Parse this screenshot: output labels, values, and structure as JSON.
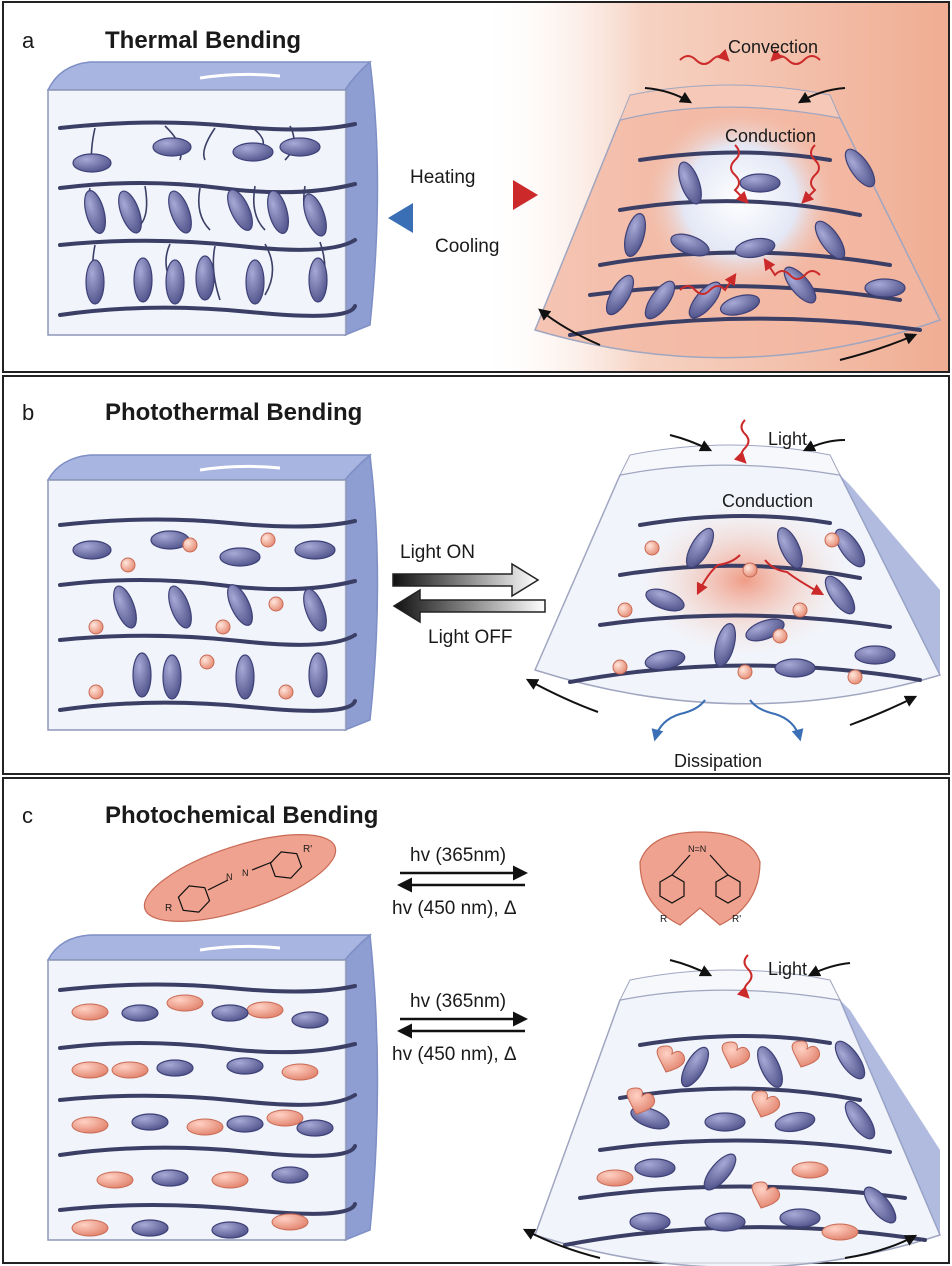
{
  "panels": [
    {
      "letter": "a",
      "title": "Thermal Bending",
      "arrow_top": "Heating",
      "arrow_bottom": "Cooling",
      "labels": {
        "top": "Convection",
        "inner": "Conduction"
      }
    },
    {
      "letter": "b",
      "title": "Photothermal Bending",
      "arrow_top": "Light ON",
      "arrow_bottom": "Light OFF",
      "labels": {
        "top": "Light",
        "inner": "Conduction",
        "bottom": "Dissipation"
      }
    },
    {
      "letter": "c",
      "title": "Photochemical Bending",
      "arrow_top": "hv (365nm)",
      "arrow_bottom": "hv (450 nm), Δ",
      "arrow_top_2": "hv (365nm)",
      "arrow_bottom_2": "hv (450 nm), Δ",
      "labels": {
        "top": "Light"
      },
      "molecule_labels": {
        "r": "R",
        "r_prime": "R'",
        "azo": "N=N",
        "azo_n1": "N",
        "azo_n2": "N"
      }
    }
  ],
  "colors": {
    "mesogen": "#6d6fa6",
    "mesogen_dark": "#3e4177",
    "chain": "#3b3f66",
    "box_face": "#e7ecf6",
    "box_side": "#8e9ed2",
    "box_top": "#a7b5e0",
    "hot": "#e89b80",
    "dye": "#ee9e8a",
    "heat_arrow": "#cc2a2a",
    "cool_arrow": "#3a6fb5",
    "cis_fill": "#eaa08e"
  }
}
